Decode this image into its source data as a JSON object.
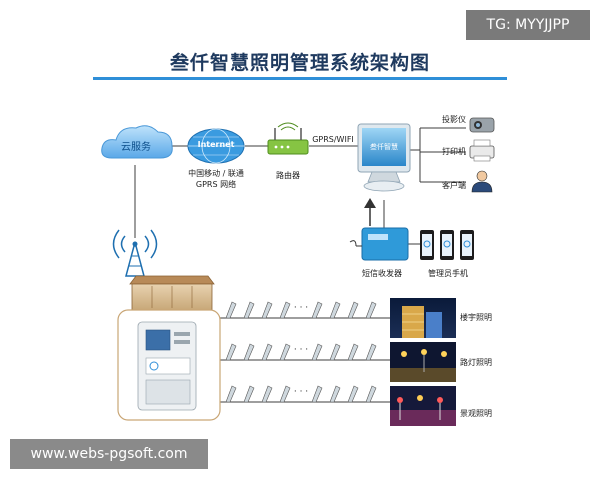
{
  "watermarks": {
    "top": "TG: MYYJJPP",
    "bottom": "www.webs-pgsoft.com"
  },
  "title": "叁仟智慧照明管理系统架构图",
  "nodes": {
    "cloud_service": "云服务",
    "internet": "Internet",
    "carrier": "中国移动 / 联通",
    "network": "GPRS 网络",
    "router": "路由器",
    "link_label": "GPRS/WIFI",
    "monitor_brand": "叁仟智慧",
    "projector": "投影仪",
    "printer": "打印机",
    "client": "客户端",
    "sms_modem": "短信收发器",
    "admin_phone": "管理员手机",
    "building_lighting": "楼宇照明",
    "street_lighting": "路灯照明",
    "landscape_lighting": "景观照明",
    "dots": "· · ·"
  },
  "colors": {
    "accent": "#2f8fd8",
    "title": "#1f3a5f",
    "cloud": "#6fb7ee",
    "line": "#3c3c3c",
    "panel_border": "#c9a676"
  }
}
